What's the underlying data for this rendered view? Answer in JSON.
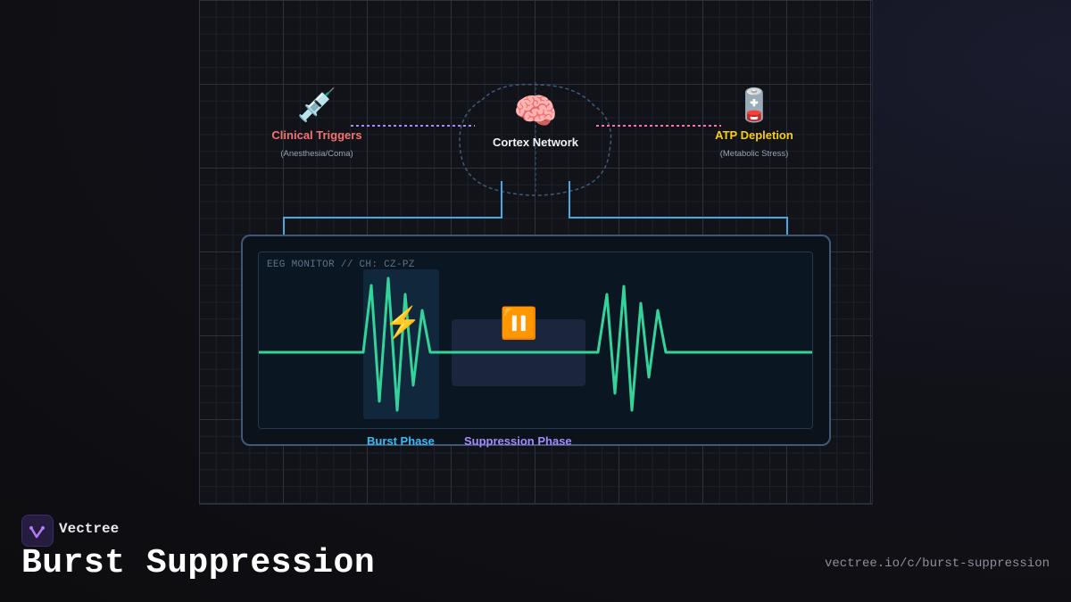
{
  "nodes": {
    "clinical": {
      "icon": "💉",
      "icon_name": "syringe-icon",
      "label": "Clinical Triggers",
      "sub": "(Anesthesia/Coma)",
      "color": "#f87171"
    },
    "cortex": {
      "icon": "🧠",
      "icon_name": "brain-icon",
      "label": "Cortex Network",
      "color": "#f1f1f1"
    },
    "atp": {
      "icon": "🪫",
      "icon_name": "low-battery-icon",
      "label": "ATP Depletion",
      "sub": "(Metabolic Stress)",
      "color": "#facc15"
    }
  },
  "monitor": {
    "caption": "EEG MONITOR // CH: CZ-PZ",
    "trace_color": "#34d399"
  },
  "phases": {
    "burst": {
      "icon": "⚡",
      "icon_name": "lightning-icon",
      "label": "Burst Phase",
      "color": "#38bdf8"
    },
    "suppression": {
      "icon": "⏸️",
      "icon_name": "pause-icon",
      "label": "Suppression Phase",
      "color": "#a78bfa"
    }
  },
  "connector_colors": {
    "left": "#a78bfa",
    "right": "#f472b6",
    "bus": "#4aa8e0"
  },
  "footer": {
    "brand": "Vectree",
    "title": "Burst Suppression",
    "url": "vectree.io/c/burst-suppression"
  }
}
